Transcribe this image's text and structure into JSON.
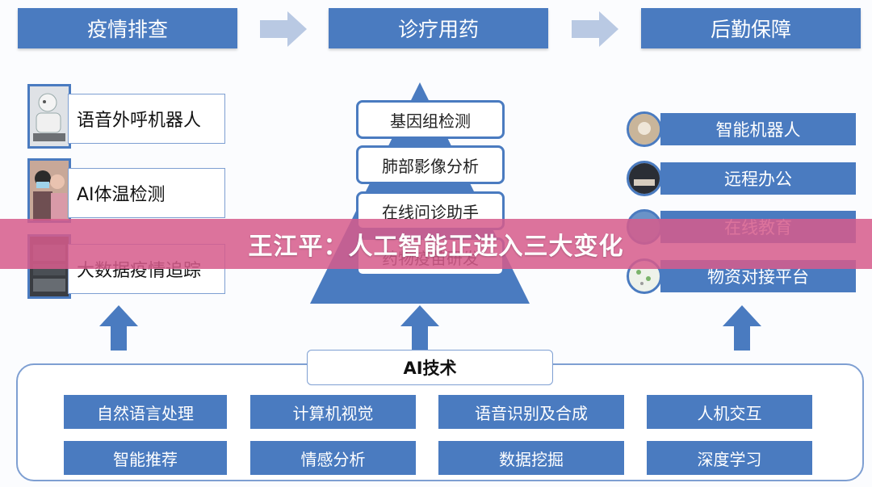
{
  "headers": [
    "疫情排查",
    "诊疗用药",
    "后勤保障"
  ],
  "left_items": [
    "语音外呼机器人",
    "AI体温检测",
    "大数据疫情追踪"
  ],
  "pyramid_items": [
    "基因组检测",
    "肺部影像分析",
    "在线问诊助手",
    "药物疫苗研发"
  ],
  "right_items": [
    "智能机器人",
    "远程办公",
    "在线教育",
    "物资对接平台"
  ],
  "ai_label": "AI技术",
  "tech_row1": [
    "自然语言处理",
    "计算机视觉",
    "语音识别及合成",
    "人机交互"
  ],
  "tech_row2": [
    "智能推荐",
    "情感分析",
    "数据挖掘",
    "深度学习"
  ],
  "banner": "王江平：人工智能正进入三大变化",
  "colors": {
    "primary": "#4a7bc0",
    "light_arrow": "#b9c9e3",
    "banner": "#d65c8c"
  }
}
